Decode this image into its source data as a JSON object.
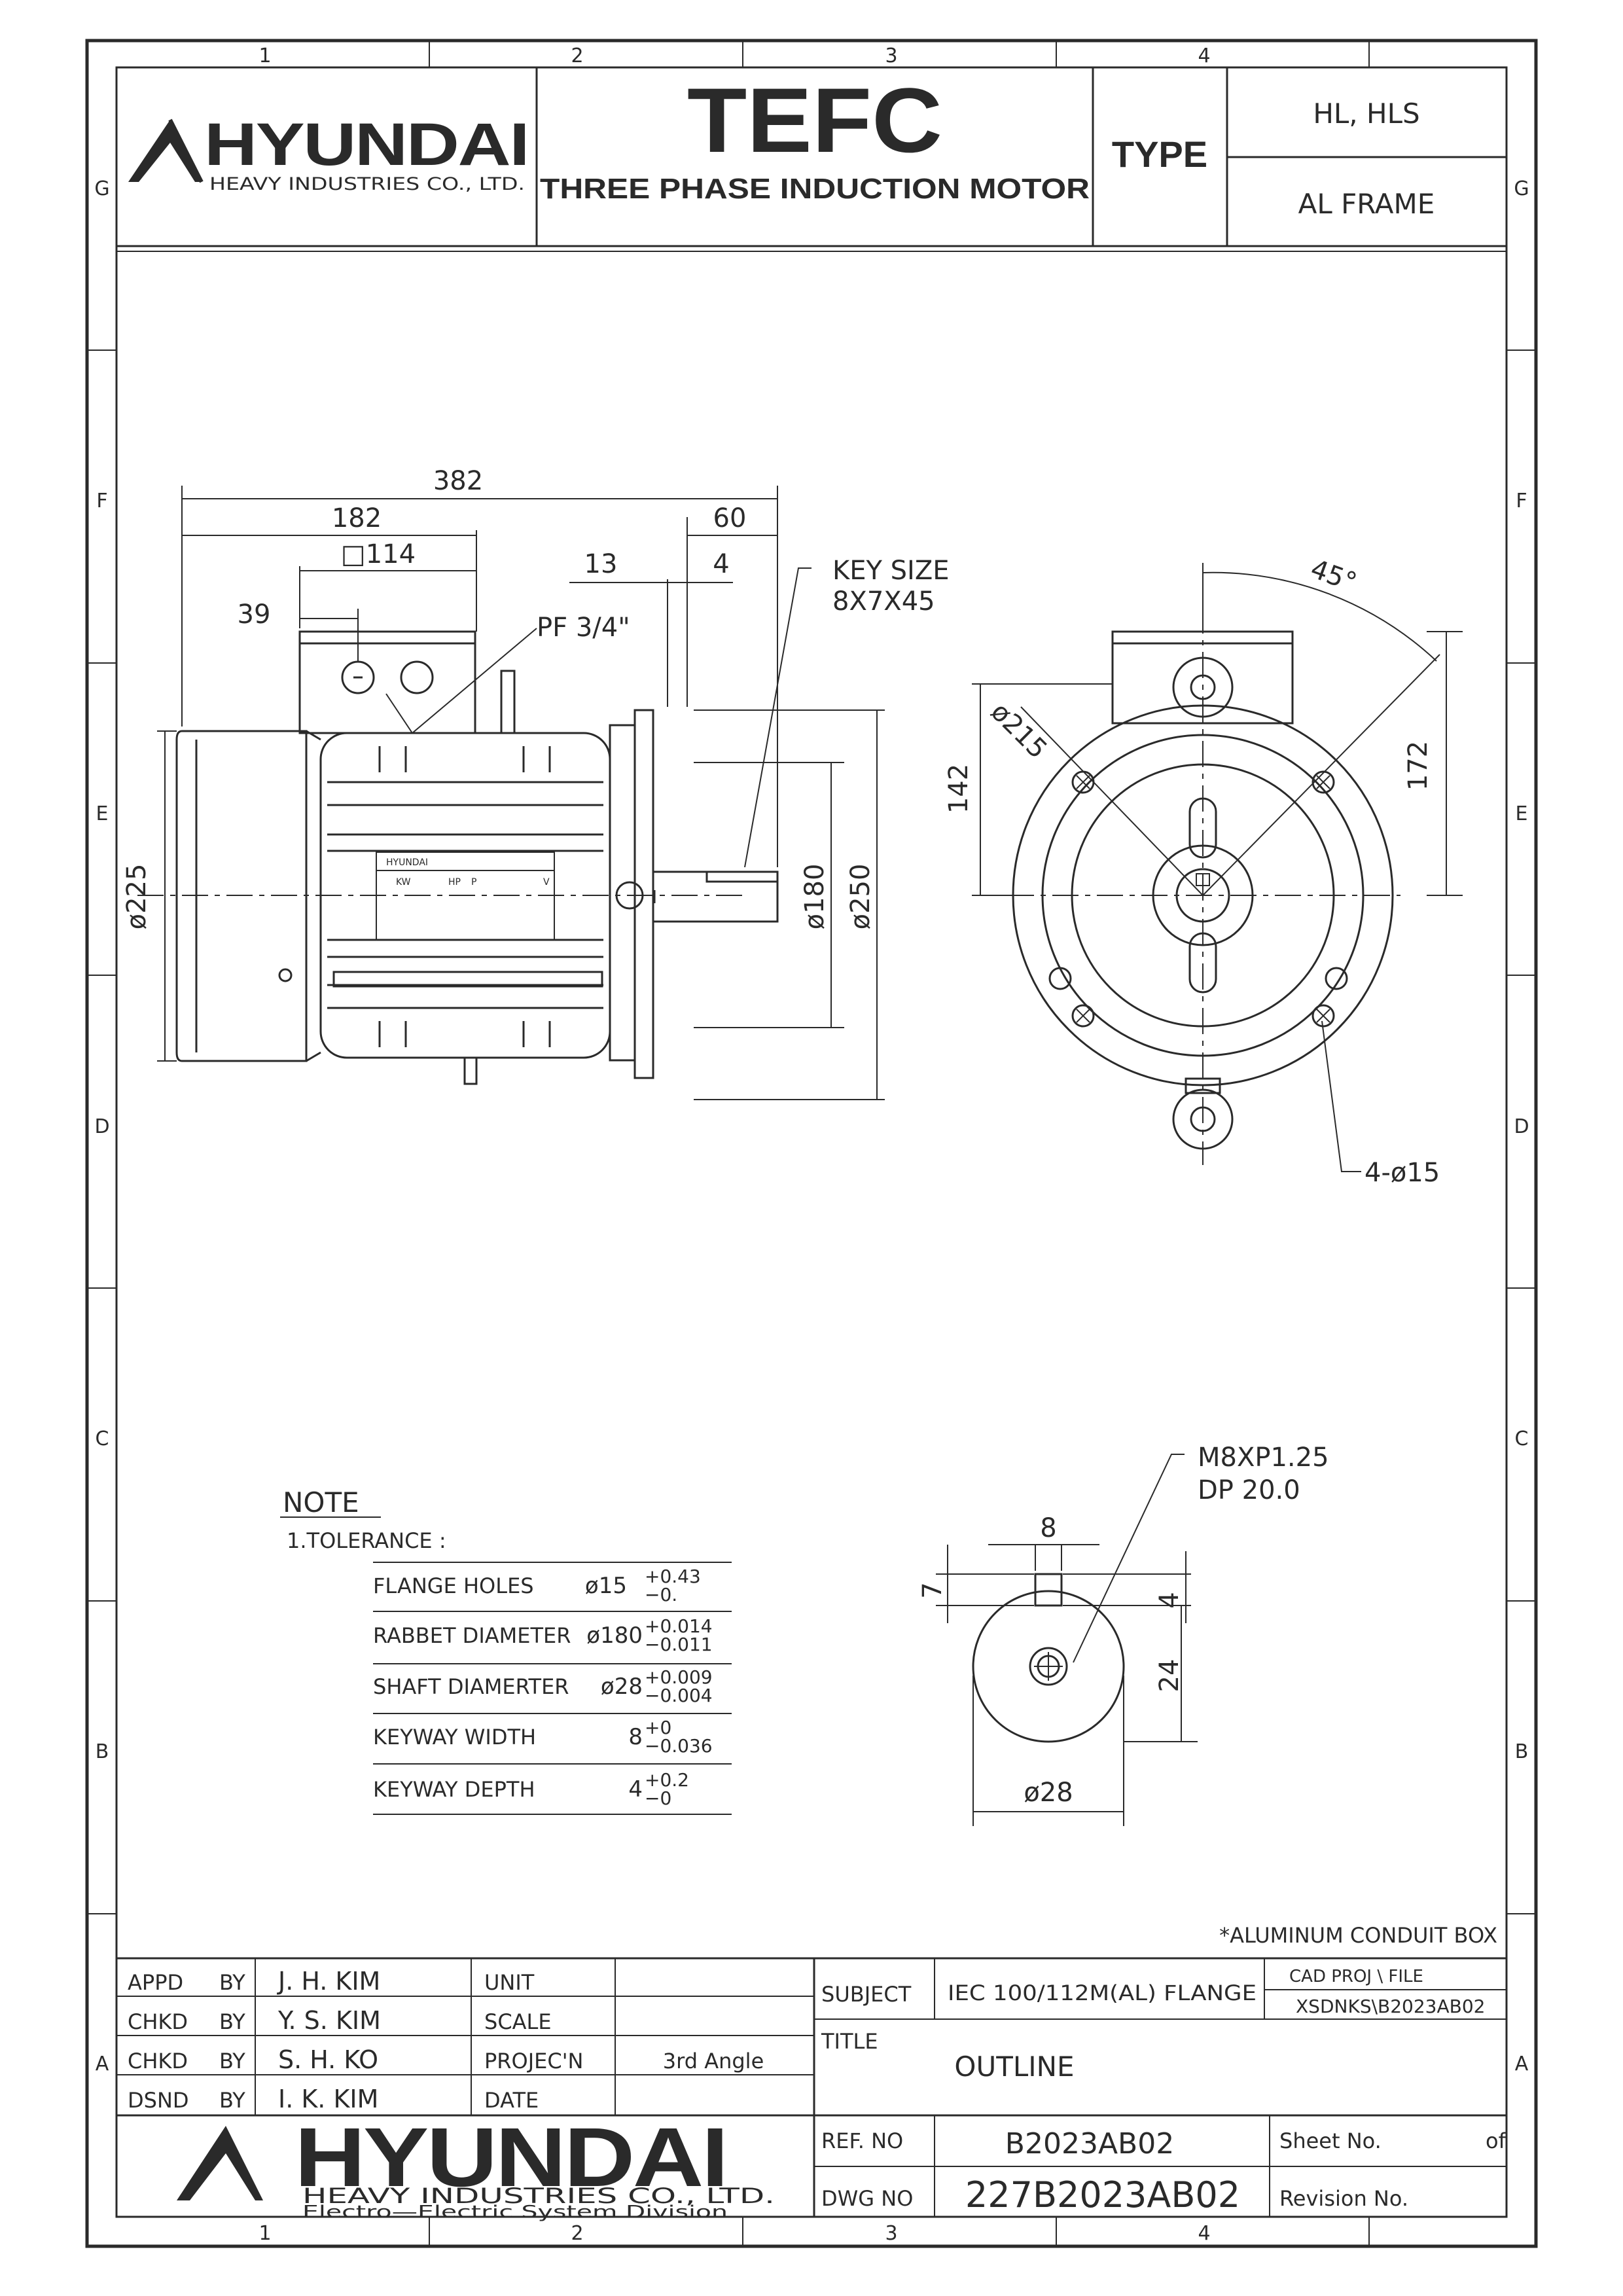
{
  "frame": {
    "column_numbers": [
      "1",
      "2",
      "3",
      "4"
    ],
    "row_letters": [
      "G",
      "F",
      "E",
      "D",
      "C",
      "B",
      "A"
    ]
  },
  "header": {
    "company_logo": "HYUNDAI",
    "company_subtitle": "HEAVY INDUSTRIES CO., LTD.",
    "title_main": "TEFC",
    "title_sub": "THREE PHASE INDUCTION MOTOR",
    "type_label": "TYPE",
    "type_value1": "HL, HLS",
    "type_value2": "AL FRAME"
  },
  "drawing": {
    "dims": {
      "d382": "382",
      "d182": "182",
      "d114": "□114",
      "d39": "39",
      "d60": "60",
      "d13": "13",
      "d4": "4",
      "key_size_1": "KEY SIZE",
      "key_size_2": "8X7X45",
      "pf": "PF 3/4\"",
      "d225": "ø225",
      "d180": "ø180",
      "d250": "ø250",
      "deg45": "45°",
      "d215": "ø215",
      "d142": "142",
      "d172": "172",
      "holes": "4-ø15"
    },
    "nameplate": {
      "brand": "HYUNDAI",
      "kw": "KW",
      "hp": "HP",
      "p": "P",
      "v": "V"
    },
    "shaft": {
      "thread_1": "M8XP1.25",
      "thread_2": "DP 20.0",
      "d8": "8",
      "d7": "7",
      "d4": "4",
      "d24": "24",
      "d28": "ø28"
    }
  },
  "note": {
    "heading": "NOTE",
    "tolerance_label": "1.TOLERANCE :",
    "rows": [
      {
        "name": "FLANGE  HOLES",
        "nominal": "ø15",
        "upper": "+0.43",
        "lower": "−0."
      },
      {
        "name": "RABBET  DIAMETER",
        "nominal": "ø180",
        "upper": "+0.014",
        "lower": "−0.011"
      },
      {
        "name": "SHAFT  DIAMERTER",
        "nominal": "ø28",
        "upper": "+0.009",
        "lower": "−0.004"
      },
      {
        "name": "KEYWAY  WIDTH",
        "nominal": "8",
        "upper": "+0",
        "lower": "−0.036"
      },
      {
        "name": "KEYWAY  DEPTH",
        "nominal": "4",
        "upper": "+0.2",
        "lower": "−0"
      }
    ]
  },
  "aluminum_note": "*ALUMINUM  CONDUIT  BOX",
  "title_block": {
    "rows": [
      {
        "role": "APPD",
        "by": "BY",
        "name": "J.  H.  KIM",
        "field": "UNIT",
        "value": ""
      },
      {
        "role": "CHKD",
        "by": "BY",
        "name": "Y.  S.  KIM",
        "field": "SCALE",
        "value": ""
      },
      {
        "role": "CHKD",
        "by": "BY",
        "name": "S.  H.  KO",
        "field": "PROJEC'N",
        "value": "3rd  Angle"
      },
      {
        "role": "DSND",
        "by": "BY",
        "name": "I.  K.  KIM",
        "field": "DATE",
        "value": ""
      }
    ],
    "subject_label": "SUBJECT",
    "subject_value": "IEC 100/112M(AL) FLANGE",
    "cad_label": "CAD  PROJ     \\  FILE",
    "cad_value": "XSDNKS\\B2023AB02",
    "title_label": "TITLE",
    "title_value": "OUTLINE",
    "ref_label": "REF.  NO",
    "ref_value": "B2023AB02",
    "sheet_label": "Sheet  No.",
    "sheet_of": "of",
    "dwg_label": "DWG    NO",
    "dwg_value": "227B2023AB02",
    "revision_label": "Revision  No.",
    "logo": "HYUNDAI",
    "logo_sub1": "HEAVY     INDUSTRIES      CO.,      LTD.",
    "logo_sub2": "Electro—Electric  System  Division"
  }
}
